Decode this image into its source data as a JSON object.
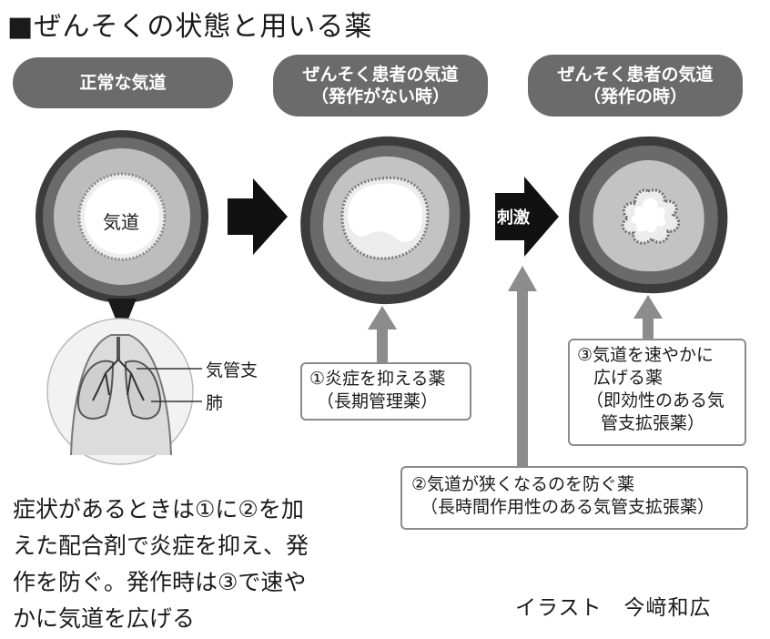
{
  "title": "■ぜんそくの状態と用いる薬",
  "states": [
    {
      "label": "正常な気道"
    },
    {
      "label_line1": "ぜんそく患者の気道",
      "label_line2": "（発作がない時）"
    },
    {
      "label_line1": "ぜんそく患者の気道",
      "label_line2": "（発作の時）"
    }
  ],
  "airway_label": "気道",
  "stimulus_label": "刺激",
  "lung_labels": {
    "bronchi": "気管支",
    "lung": "肺"
  },
  "medicines": {
    "m1": {
      "line1": "①炎症を抑える薬",
      "line2": "（長期管理薬）"
    },
    "m2": {
      "line1": "②気道が狭くなるのを防ぐ薬",
      "line2": "（長時間作用性のある気管支拡張薬）"
    },
    "m3": {
      "line1": "③気道を速やかに",
      "line2": "広げる薬",
      "line3": "（即効性のある気",
      "line4": "管支拡張薬）"
    }
  },
  "caption": {
    "line1": "症状があるときは①に②を加",
    "line2": "えた配合剤で炎症を抑え、発",
    "line3": "作を防ぐ。発作時は③で速や",
    "line4": "かに気道を広げる"
  },
  "credit": "イラスト　今﨑和広",
  "colors": {
    "pill": "#6b6b6b",
    "arrow": "#8c8c8c",
    "outer_wall": "#5a5a5a",
    "inner_wall": "#bdbdbd",
    "box_border": "#8a8a8a"
  }
}
